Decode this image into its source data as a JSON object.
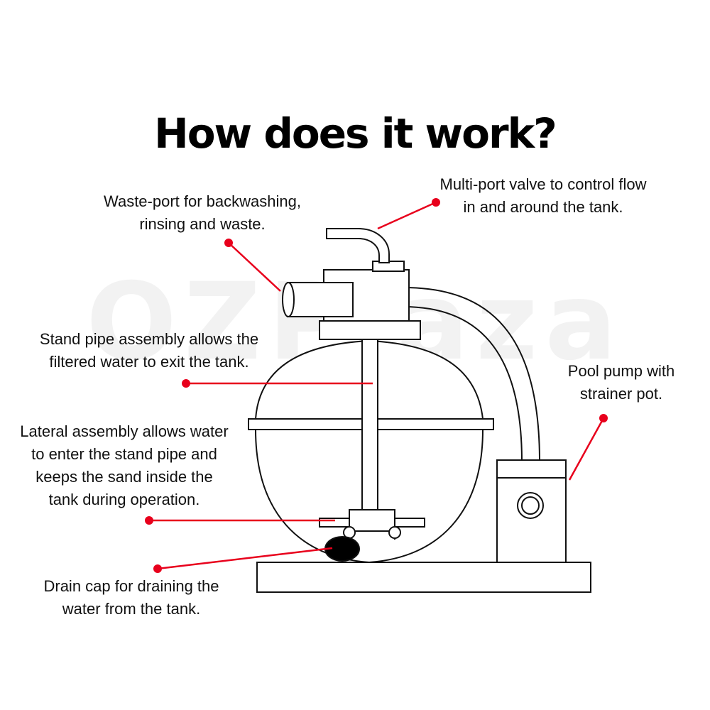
{
  "title": "How does it work?",
  "watermark": "OZPlaza",
  "accent_color": "#e8001c",
  "callouts": {
    "waste_port": {
      "line1": "Waste-port for backwashing,",
      "line2": "rinsing and waste."
    },
    "multi_port": {
      "line1": "Multi-port valve to control flow",
      "line2": "in and around the tank."
    },
    "stand_pipe": {
      "line1": "Stand pipe assembly allows the",
      "line2": "filtered water to exit the tank."
    },
    "pool_pump": {
      "line1": "Pool pump with",
      "line2": "strainer pot."
    },
    "lateral": {
      "line1": "Lateral assembly allows water",
      "line2": "to enter the stand pipe and",
      "line3": "keeps the sand inside the",
      "line4": "tank during operation."
    },
    "drain_cap": {
      "line1": "Drain cap for draining the",
      "line2": "water from the tank."
    }
  }
}
